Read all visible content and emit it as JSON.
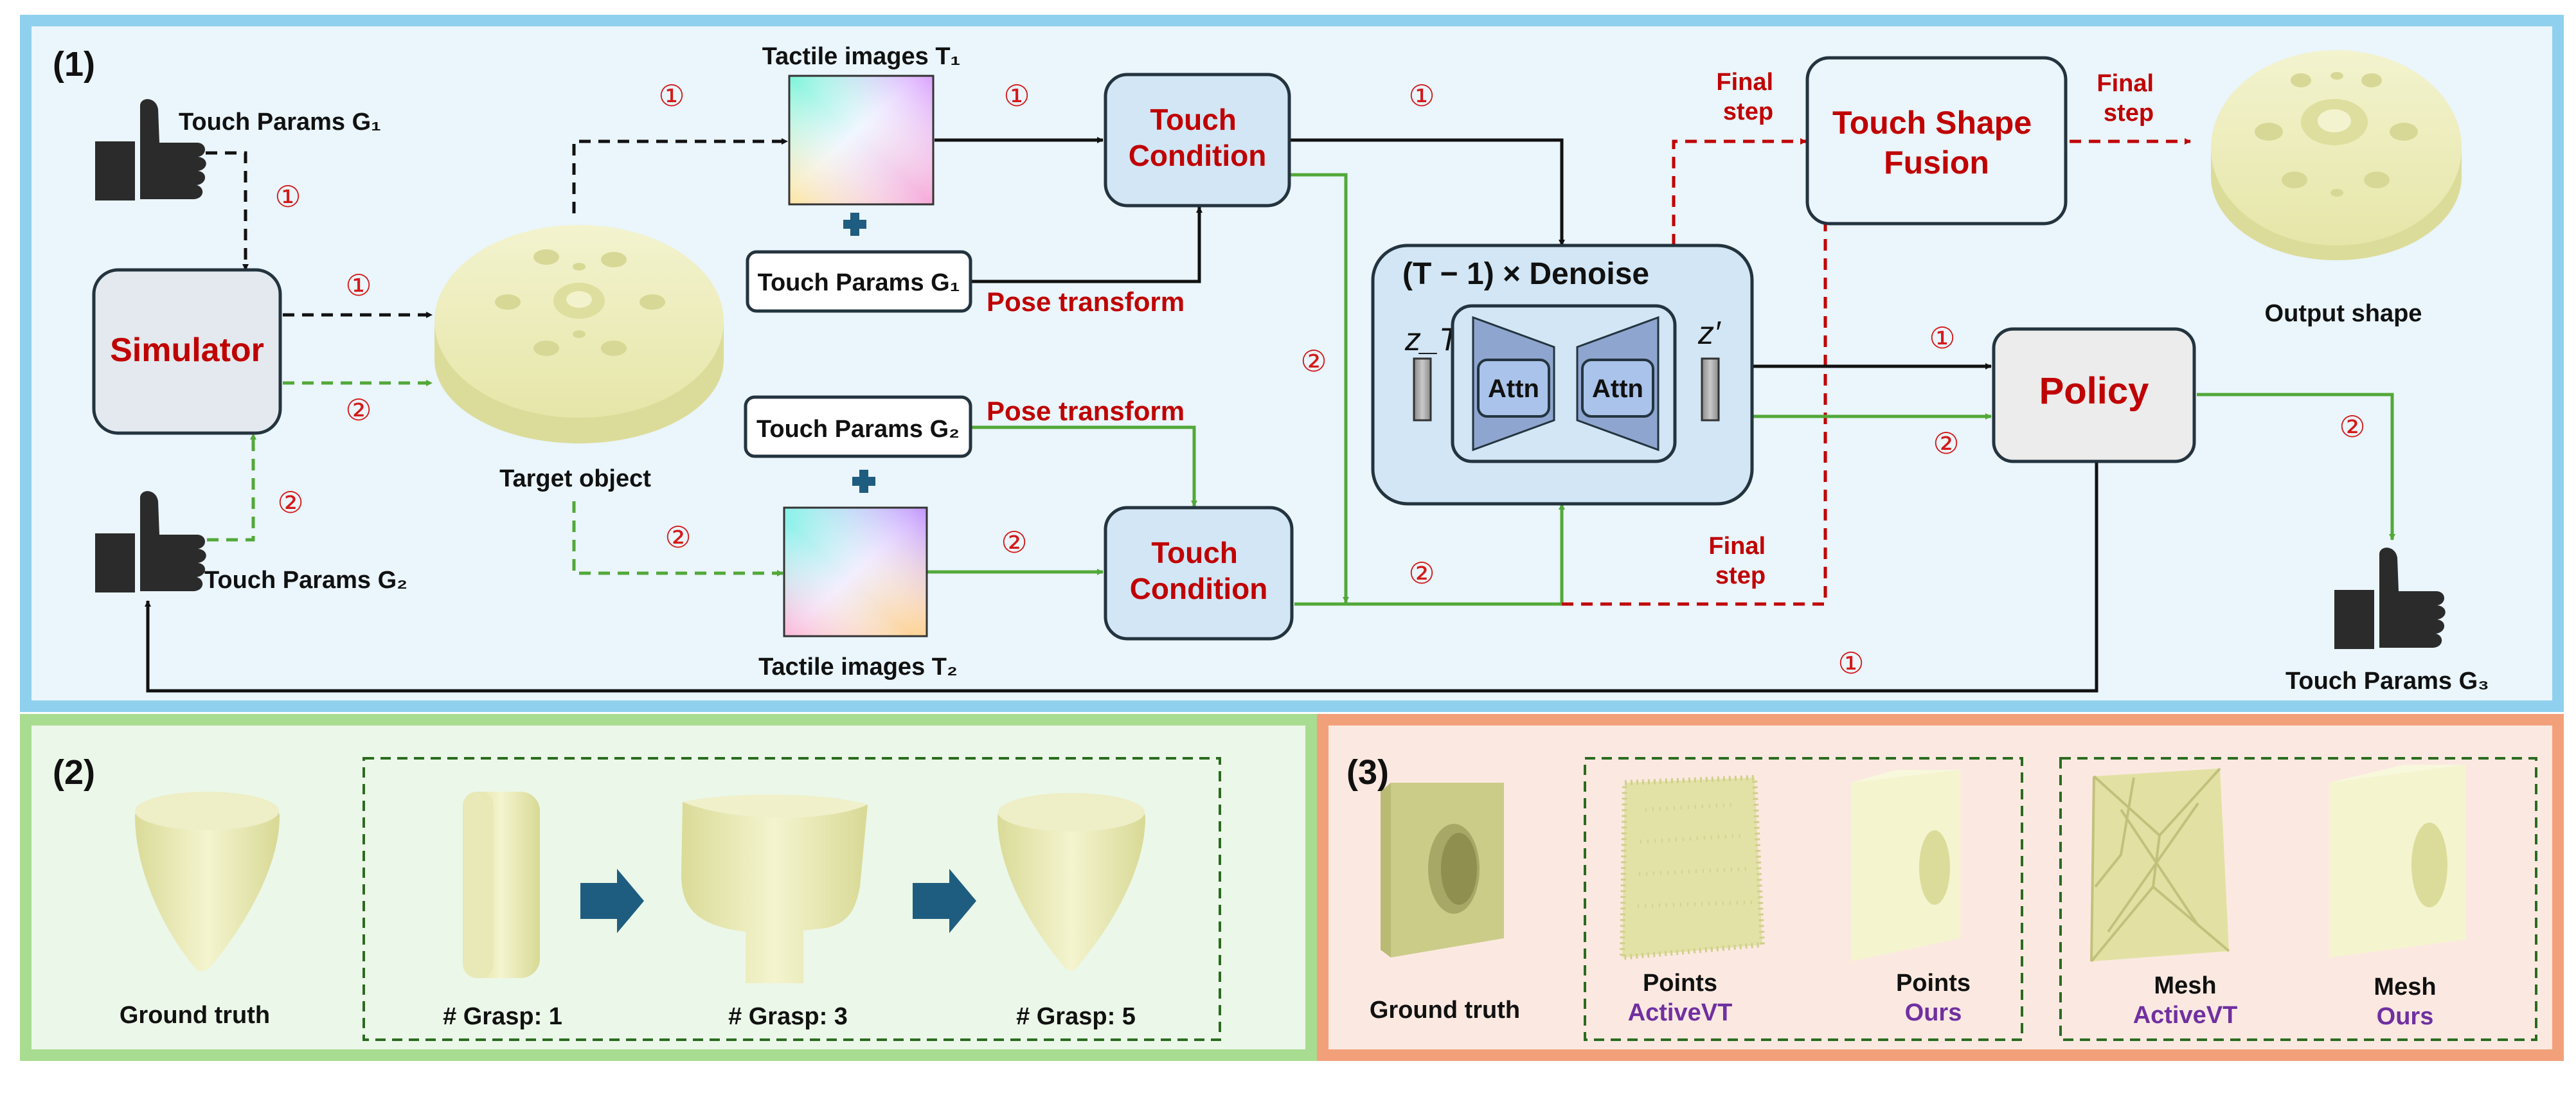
{
  "panels": {
    "p1": "(1)",
    "p2": "(2)",
    "p3": "(3)"
  },
  "step_markers": {
    "one": "①",
    "two": "②"
  },
  "labels": {
    "touch_params_g1": "Touch Params G₁",
    "touch_params_g2": "Touch Params G₂",
    "touch_params_g3": "Touch Params G₃",
    "simulator": "Simulator",
    "target_object": "Target object",
    "tactile_images_t1": "Tactile images T₁",
    "tactile_images_t2": "Tactile images T₂",
    "touch_params_box_g1": "Touch Params G₁",
    "touch_params_box_g2": "Touch Params G₂",
    "pose_transform": "Pose transform",
    "touch_condition": "Touch Condition",
    "denoise": "(T − 1) × Denoise",
    "z_t": "z_T",
    "z_prime": "z′",
    "attn": "Attn",
    "final_step": "Final step",
    "touch_shape_fusion": "Touch Shape Fusion",
    "output_shape": "Output shape",
    "policy": "Policy"
  },
  "panel2": {
    "ground_truth": "Ground   truth",
    "grasp_1": "# Grasp: 1",
    "grasp_3": "# Grasp: 3",
    "grasp_5": "# Grasp: 5"
  },
  "panel3": {
    "ground_truth": "Ground   truth",
    "points": "Points",
    "mesh": "Mesh",
    "activevt": "ActiveVT",
    "ours": "Ours"
  },
  "colors": {
    "panel1_border": "#8fd0ee",
    "panel2_border": "#a8dc90",
    "panel3_border": "#f2a07a",
    "red_text": "#c00000",
    "green_arrow": "#52a838",
    "purple_text": "#7030a0",
    "box_blue": "#d2e6f5",
    "arrow_block": "#1f5d80"
  }
}
